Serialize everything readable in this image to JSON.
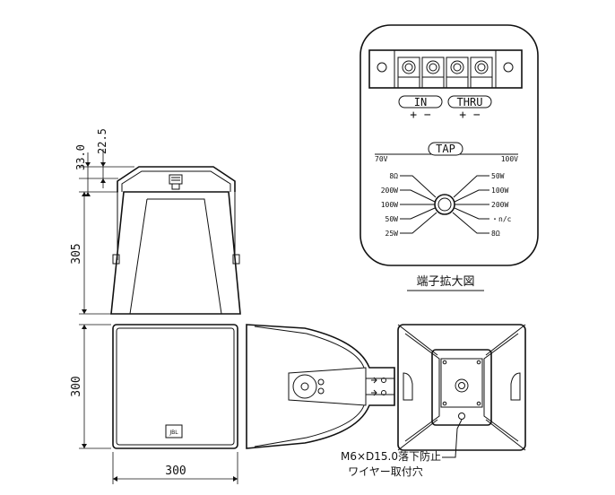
{
  "terminal_panel": {
    "in_label": "IN",
    "thru_label": "THRU",
    "in_polarity": "+ −",
    "thru_polarity": "+ −",
    "tap_label": "TAP",
    "left_voltage": "70V",
    "right_voltage": "100V",
    "left_taps": [
      "8Ω",
      "200W",
      "100W",
      "50W",
      "25W"
    ],
    "right_taps": [
      "50W",
      "100W",
      "200W",
      "・n/c",
      "8Ω"
    ],
    "caption": "端子拡大図"
  },
  "dimensions": {
    "dim_top_a": "22.5",
    "dim_top_b": "33.0",
    "dim_height": "305",
    "dim_front_height": "300",
    "dim_width": "300"
  },
  "badge": {
    "logo_text": "JBL"
  },
  "callout": {
    "line1": "M6×D15.0落下防止",
    "line2": "ワイヤー取付穴"
  }
}
